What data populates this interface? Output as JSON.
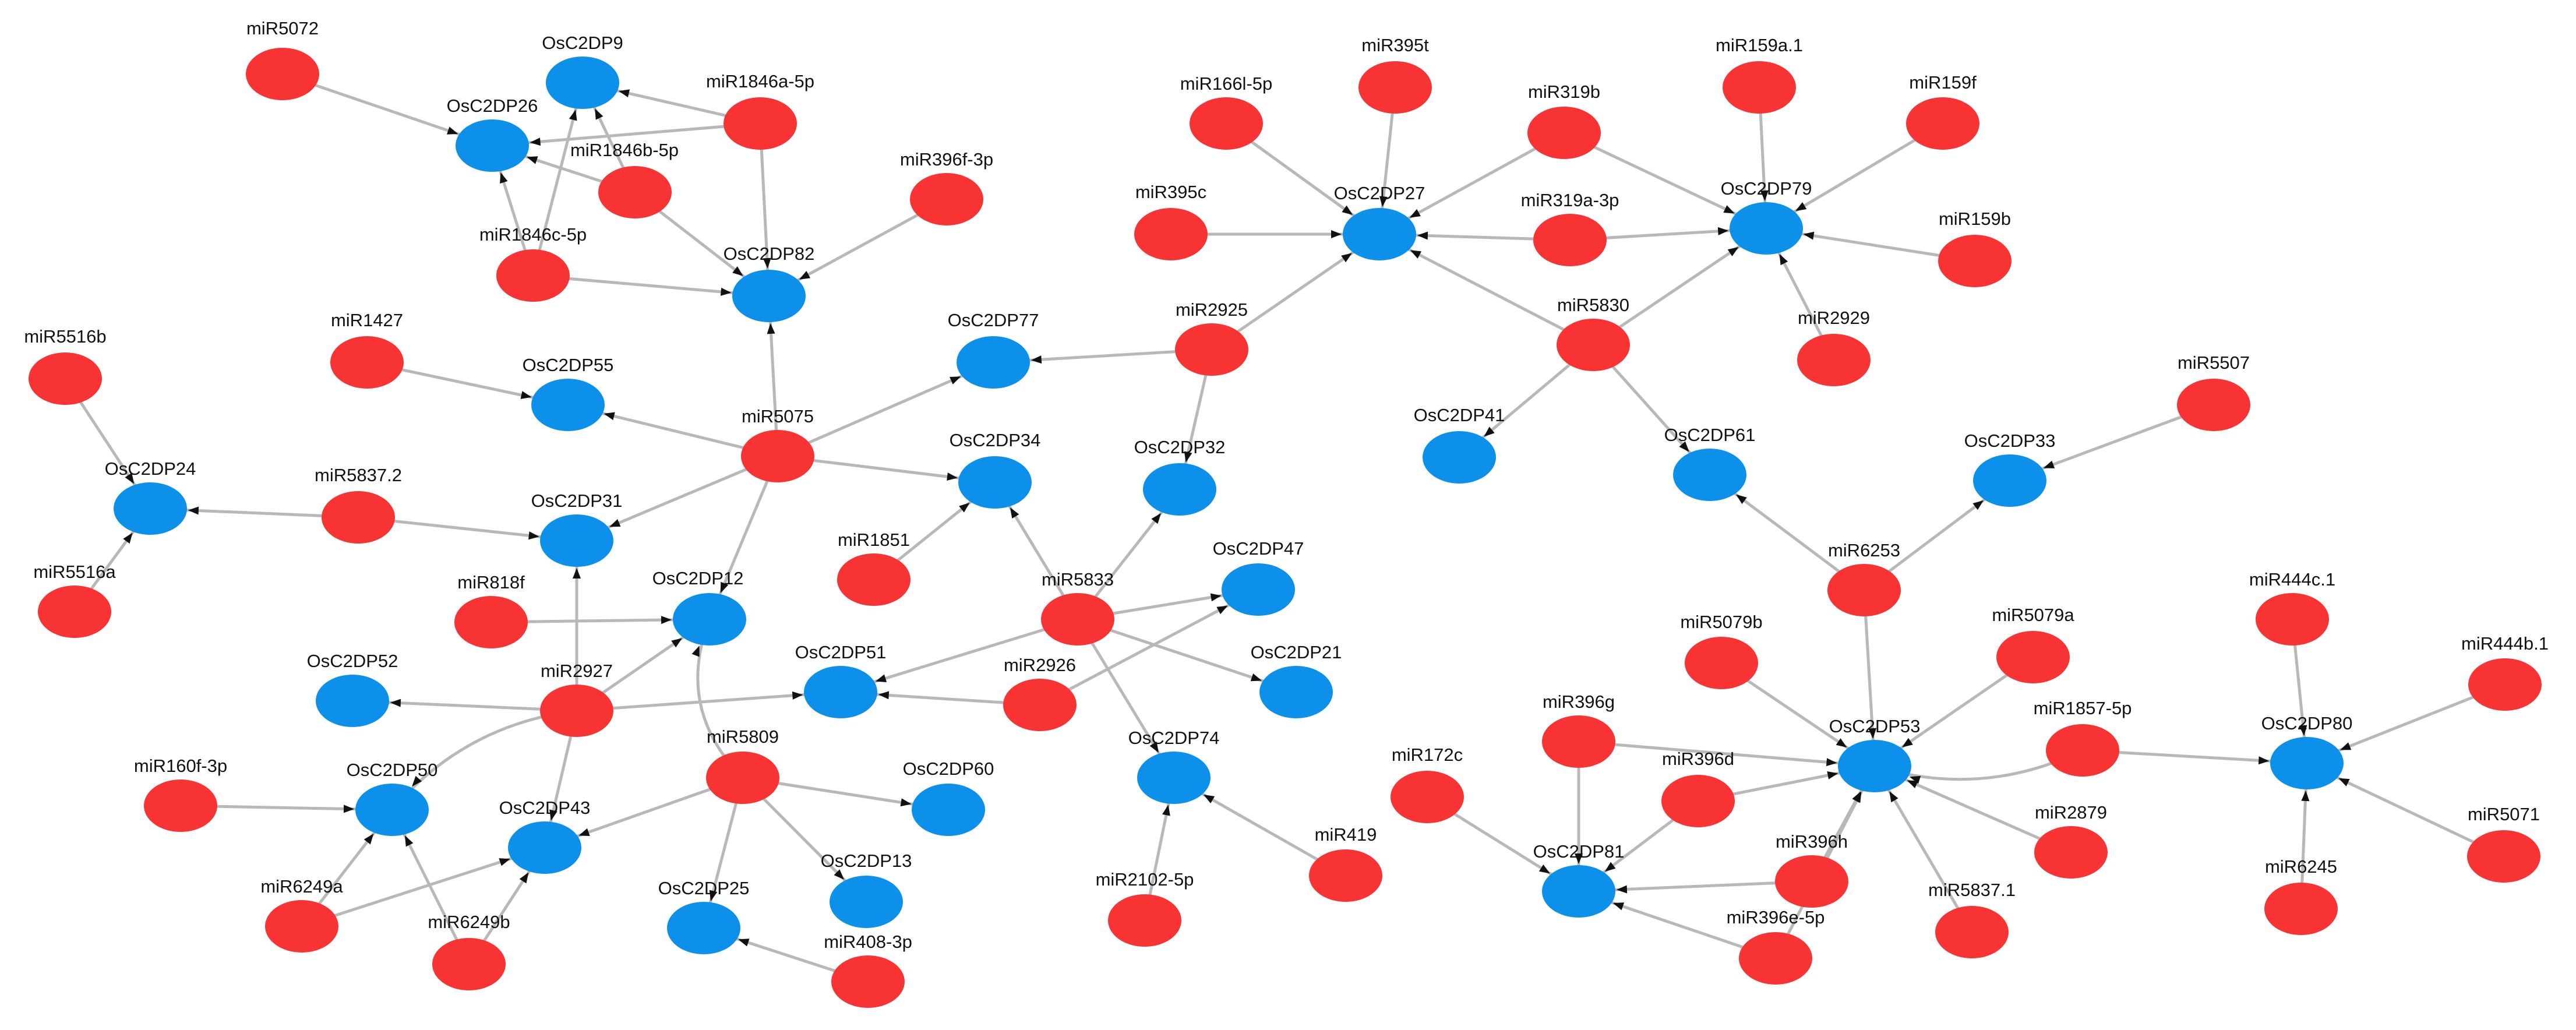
{
  "legend": [],
  "colors": {
    "mirna": "#f73333",
    "gene": "#0c90ea",
    "edge": "#b8b8b8",
    "arrow": "#111111"
  },
  "node_kinds": {
    "mirna": "miRNA",
    "gene": "OsC2DP"
  },
  "nodes": [
    {
      "id": "miR5072",
      "label": "miR5072",
      "kind": "mirna"
    },
    {
      "id": "OsC2DP9",
      "label": "OsC2DP9",
      "kind": "gene"
    },
    {
      "id": "OsC2DP26",
      "label": "OsC2DP26",
      "kind": "gene"
    },
    {
      "id": "miR1846a-5p",
      "label": "miR1846a-5p",
      "kind": "mirna"
    },
    {
      "id": "miR1846b-5p",
      "label": "miR1846b-5p",
      "kind": "mirna"
    },
    {
      "id": "miR1846c-5p",
      "label": "miR1846c-5p",
      "kind": "mirna"
    },
    {
      "id": "miR396f-3p",
      "label": "miR396f-3p",
      "kind": "mirna"
    },
    {
      "id": "OsC2DP82",
      "label": "OsC2DP82",
      "kind": "gene"
    },
    {
      "id": "miR1427",
      "label": "miR1427",
      "kind": "mirna"
    },
    {
      "id": "OsC2DP55",
      "label": "OsC2DP55",
      "kind": "gene"
    },
    {
      "id": "miR5516b",
      "label": "miR5516b",
      "kind": "mirna"
    },
    {
      "id": "OsC2DP24",
      "label": "OsC2DP24",
      "kind": "gene"
    },
    {
      "id": "miR5516a",
      "label": "miR5516a",
      "kind": "mirna"
    },
    {
      "id": "miR5837.2",
      "label": "miR5837.2",
      "kind": "mirna"
    },
    {
      "id": "OsC2DP31",
      "label": "OsC2DP31",
      "kind": "gene"
    },
    {
      "id": "miR5075",
      "label": "miR5075",
      "kind": "mirna"
    },
    {
      "id": "OsC2DP77",
      "label": "OsC2DP77",
      "kind": "gene"
    },
    {
      "id": "miR2925",
      "label": "miR2925",
      "kind": "mirna"
    },
    {
      "id": "OsC2DP34",
      "label": "OsC2DP34",
      "kind": "gene"
    },
    {
      "id": "OsC2DP32",
      "label": "OsC2DP32",
      "kind": "gene"
    },
    {
      "id": "miR1851",
      "label": "miR1851",
      "kind": "mirna"
    },
    {
      "id": "miR818f",
      "label": "miR818f",
      "kind": "mirna"
    },
    {
      "id": "OsC2DP12",
      "label": "OsC2DP12",
      "kind": "gene"
    },
    {
      "id": "miR5833",
      "label": "miR5833",
      "kind": "mirna"
    },
    {
      "id": "OsC2DP47",
      "label": "OsC2DP47",
      "kind": "gene"
    },
    {
      "id": "OsC2DP52",
      "label": "OsC2DP52",
      "kind": "gene"
    },
    {
      "id": "miR2927",
      "label": "miR2927",
      "kind": "mirna"
    },
    {
      "id": "OsC2DP51",
      "label": "OsC2DP51",
      "kind": "gene"
    },
    {
      "id": "miR2926",
      "label": "miR2926",
      "kind": "mirna"
    },
    {
      "id": "OsC2DP21",
      "label": "OsC2DP21",
      "kind": "gene"
    },
    {
      "id": "miR160f-3p",
      "label": "miR160f-3p",
      "kind": "mirna"
    },
    {
      "id": "OsC2DP50",
      "label": "OsC2DP50",
      "kind": "gene"
    },
    {
      "id": "OsC2DP43",
      "label": "OsC2DP43",
      "kind": "gene"
    },
    {
      "id": "miR5809",
      "label": "miR5809",
      "kind": "mirna"
    },
    {
      "id": "OsC2DP60",
      "label": "OsC2DP60",
      "kind": "gene"
    },
    {
      "id": "OsC2DP74",
      "label": "OsC2DP74",
      "kind": "gene"
    },
    {
      "id": "miR6249a",
      "label": "miR6249a",
      "kind": "mirna"
    },
    {
      "id": "miR6249b",
      "label": "miR6249b",
      "kind": "mirna"
    },
    {
      "id": "OsC2DP25",
      "label": "OsC2DP25",
      "kind": "gene"
    },
    {
      "id": "OsC2DP13",
      "label": "OsC2DP13",
      "kind": "gene"
    },
    {
      "id": "miR408-3p",
      "label": "miR408-3p",
      "kind": "mirna"
    },
    {
      "id": "miR2102-5p",
      "label": "miR2102-5p",
      "kind": "mirna"
    },
    {
      "id": "miR419",
      "label": "miR419",
      "kind": "mirna"
    },
    {
      "id": "miR166l-5p",
      "label": "miR166l-5p",
      "kind": "mirna"
    },
    {
      "id": "miR395t",
      "label": "miR395t",
      "kind": "mirna"
    },
    {
      "id": "miR319b",
      "label": "miR319b",
      "kind": "mirna"
    },
    {
      "id": "miR159a.1",
      "label": "miR159a.1",
      "kind": "mirna"
    },
    {
      "id": "miR159f",
      "label": "miR159f",
      "kind": "mirna"
    },
    {
      "id": "miR395c",
      "label": "miR395c",
      "kind": "mirna"
    },
    {
      "id": "OsC2DP27",
      "label": "OsC2DP27",
      "kind": "gene"
    },
    {
      "id": "miR319a-3p",
      "label": "miR319a-3p",
      "kind": "mirna"
    },
    {
      "id": "OsC2DP79",
      "label": "OsC2DP79",
      "kind": "gene"
    },
    {
      "id": "miR159b",
      "label": "miR159b",
      "kind": "mirna"
    },
    {
      "id": "miR5830",
      "label": "miR5830",
      "kind": "mirna"
    },
    {
      "id": "miR2929",
      "label": "miR2929",
      "kind": "mirna"
    },
    {
      "id": "OsC2DP41",
      "label": "OsC2DP41",
      "kind": "gene"
    },
    {
      "id": "OsC2DP61",
      "label": "OsC2DP61",
      "kind": "gene"
    },
    {
      "id": "miR5507",
      "label": "miR5507",
      "kind": "mirna"
    },
    {
      "id": "OsC2DP33",
      "label": "OsC2DP33",
      "kind": "gene"
    },
    {
      "id": "miR6253",
      "label": "miR6253",
      "kind": "mirna"
    },
    {
      "id": "miR5079b",
      "label": "miR5079b",
      "kind": "mirna"
    },
    {
      "id": "miR5079a",
      "label": "miR5079a",
      "kind": "mirna"
    },
    {
      "id": "miR444c.1",
      "label": "miR444c.1",
      "kind": "mirna"
    },
    {
      "id": "miR444b.1",
      "label": "miR444b.1",
      "kind": "mirna"
    },
    {
      "id": "miR396g",
      "label": "miR396g",
      "kind": "mirna"
    },
    {
      "id": "OsC2DP53",
      "label": "OsC2DP53",
      "kind": "gene"
    },
    {
      "id": "miR1857-5p",
      "label": "miR1857-5p",
      "kind": "mirna"
    },
    {
      "id": "OsC2DP80",
      "label": "OsC2DP80",
      "kind": "gene"
    },
    {
      "id": "miR172c",
      "label": "miR172c",
      "kind": "mirna"
    },
    {
      "id": "miR396d",
      "label": "miR396d",
      "kind": "mirna"
    },
    {
      "id": "miR2879",
      "label": "miR2879",
      "kind": "mirna"
    },
    {
      "id": "miR396h",
      "label": "miR396h",
      "kind": "mirna"
    },
    {
      "id": "OsC2DP81",
      "label": "OsC2DP81",
      "kind": "gene"
    },
    {
      "id": "miR5837.1",
      "label": "miR5837.1",
      "kind": "mirna"
    },
    {
      "id": "miR6245",
      "label": "miR6245",
      "kind": "mirna"
    },
    {
      "id": "miR5071",
      "label": "miR5071",
      "kind": "mirna"
    },
    {
      "id": "miR396e-5p",
      "label": "miR396e-5p",
      "kind": "mirna"
    }
  ],
  "edges": [
    {
      "source": "miR5072",
      "target": "OsC2DP26"
    },
    {
      "source": "miR1846a-5p",
      "target": "OsC2DP9"
    },
    {
      "source": "miR1846a-5p",
      "target": "OsC2DP26"
    },
    {
      "source": "miR1846a-5p",
      "target": "OsC2DP82"
    },
    {
      "source": "miR1846b-5p",
      "target": "OsC2DP9"
    },
    {
      "source": "miR1846b-5p",
      "target": "OsC2DP26"
    },
    {
      "source": "miR1846b-5p",
      "target": "OsC2DP82"
    },
    {
      "source": "miR1846c-5p",
      "target": "OsC2DP9"
    },
    {
      "source": "miR1846c-5p",
      "target": "OsC2DP26"
    },
    {
      "source": "miR1846c-5p",
      "target": "OsC2DP82"
    },
    {
      "source": "miR396f-3p",
      "target": "OsC2DP82"
    },
    {
      "source": "miR5075",
      "target": "OsC2DP82"
    },
    {
      "source": "miR1427",
      "target": "OsC2DP55"
    },
    {
      "source": "miR5075",
      "target": "OsC2DP55"
    },
    {
      "source": "miR5075",
      "target": "OsC2DP77"
    },
    {
      "source": "miR5075",
      "target": "OsC2DP34"
    },
    {
      "source": "miR5075",
      "target": "OsC2DP31"
    },
    {
      "source": "miR5075",
      "target": "OsC2DP12"
    },
    {
      "source": "miR5516b",
      "target": "OsC2DP24"
    },
    {
      "source": "miR5516a",
      "target": "OsC2DP24"
    },
    {
      "source": "miR5837.2",
      "target": "OsC2DP24"
    },
    {
      "source": "miR5837.2",
      "target": "OsC2DP31"
    },
    {
      "source": "miR2927",
      "target": "OsC2DP31"
    },
    {
      "source": "miR2925",
      "target": "OsC2DP77"
    },
    {
      "source": "miR2925",
      "target": "OsC2DP27"
    },
    {
      "source": "miR2925",
      "target": "OsC2DP32"
    },
    {
      "source": "miR1851",
      "target": "OsC2DP34"
    },
    {
      "source": "miR5833",
      "target": "OsC2DP34"
    },
    {
      "source": "miR5833",
      "target": "OsC2DP32"
    },
    {
      "source": "miR5833",
      "target": "OsC2DP47"
    },
    {
      "source": "miR5833",
      "target": "OsC2DP21"
    },
    {
      "source": "miR5833",
      "target": "OsC2DP74"
    },
    {
      "source": "miR5833",
      "target": "OsC2DP51"
    },
    {
      "source": "miR818f",
      "target": "OsC2DP12"
    },
    {
      "source": "miR2927",
      "target": "OsC2DP12"
    },
    {
      "source": "miR5809",
      "target": "OsC2DP12"
    },
    {
      "source": "miR2927",
      "target": "OsC2DP52"
    },
    {
      "source": "miR2927",
      "target": "OsC2DP51"
    },
    {
      "source": "miR2927",
      "target": "OsC2DP50"
    },
    {
      "source": "miR2927",
      "target": "OsC2DP43"
    },
    {
      "source": "miR2926",
      "target": "OsC2DP51"
    },
    {
      "source": "miR2926",
      "target": "OsC2DP47"
    },
    {
      "source": "miR160f-3p",
      "target": "OsC2DP50"
    },
    {
      "source": "miR6249a",
      "target": "OsC2DP50"
    },
    {
      "source": "miR6249a",
      "target": "OsC2DP43"
    },
    {
      "source": "miR6249b",
      "target": "OsC2DP50"
    },
    {
      "source": "miR6249b",
      "target": "OsC2DP43"
    },
    {
      "source": "miR5809",
      "target": "OsC2DP43"
    },
    {
      "source": "miR5809",
      "target": "OsC2DP60"
    },
    {
      "source": "miR5809",
      "target": "OsC2DP13"
    },
    {
      "source": "miR5809",
      "target": "OsC2DP25"
    },
    {
      "source": "miR408-3p",
      "target": "OsC2DP25"
    },
    {
      "source": "miR2102-5p",
      "target": "OsC2DP74"
    },
    {
      "source": "miR419",
      "target": "OsC2DP74"
    },
    {
      "source": "miR166l-5p",
      "target": "OsC2DP27"
    },
    {
      "source": "miR395t",
      "target": "OsC2DP27"
    },
    {
      "source": "miR319b",
      "target": "OsC2DP27"
    },
    {
      "source": "miR319b",
      "target": "OsC2DP79"
    },
    {
      "source": "miR395c",
      "target": "OsC2DP27"
    },
    {
      "source": "miR319a-3p",
      "target": "OsC2DP27"
    },
    {
      "source": "miR319a-3p",
      "target": "OsC2DP79"
    },
    {
      "source": "miR5830",
      "target": "OsC2DP27"
    },
    {
      "source": "miR5830",
      "target": "OsC2DP79"
    },
    {
      "source": "miR5830",
      "target": "OsC2DP41"
    },
    {
      "source": "miR5830",
      "target": "OsC2DP61"
    },
    {
      "source": "miR159a.1",
      "target": "OsC2DP79"
    },
    {
      "source": "miR159f",
      "target": "OsC2DP79"
    },
    {
      "source": "miR159b",
      "target": "OsC2DP79"
    },
    {
      "source": "miR2929",
      "target": "OsC2DP79"
    },
    {
      "source": "miR6253",
      "target": "OsC2DP61"
    },
    {
      "source": "miR6253",
      "target": "OsC2DP33"
    },
    {
      "source": "miR6253",
      "target": "OsC2DP53"
    },
    {
      "source": "miR5507",
      "target": "OsC2DP33"
    },
    {
      "source": "miR5079b",
      "target": "OsC2DP53"
    },
    {
      "source": "miR5079a",
      "target": "OsC2DP53"
    },
    {
      "source": "miR396g",
      "target": "OsC2DP53"
    },
    {
      "source": "miR396g",
      "target": "OsC2DP81"
    },
    {
      "source": "miR396d",
      "target": "OsC2DP53"
    },
    {
      "source": "miR396d",
      "target": "OsC2DP81"
    },
    {
      "source": "miR1857-5p",
      "target": "OsC2DP53"
    },
    {
      "source": "miR1857-5p",
      "target": "OsC2DP80"
    },
    {
      "source": "miR2879",
      "target": "OsC2DP53"
    },
    {
      "source": "miR396h",
      "target": "OsC2DP53"
    },
    {
      "source": "miR396h",
      "target": "OsC2DP81"
    },
    {
      "source": "miR5837.1",
      "target": "OsC2DP53"
    },
    {
      "source": "miR396e-5p",
      "target": "OsC2DP53"
    },
    {
      "source": "miR396e-5p",
      "target": "OsC2DP81"
    },
    {
      "source": "miR172c",
      "target": "OsC2DP81"
    },
    {
      "source": "miR444c.1",
      "target": "OsC2DP80"
    },
    {
      "source": "miR444b.1",
      "target": "OsC2DP80"
    },
    {
      "source": "miR6245",
      "target": "OsC2DP80"
    },
    {
      "source": "miR5071",
      "target": "OsC2DP80"
    }
  ]
}
